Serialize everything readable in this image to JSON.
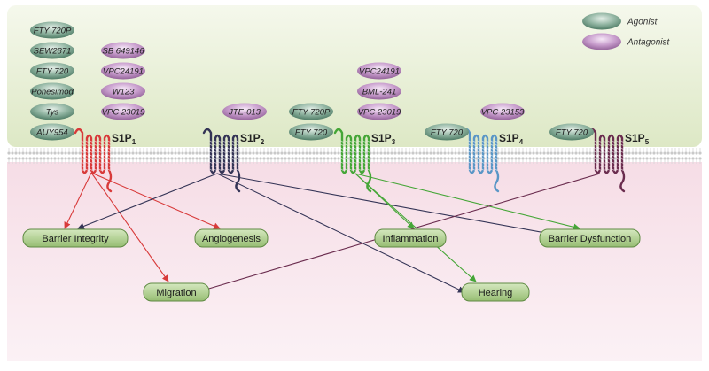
{
  "legend": {
    "agonist": "Agonist",
    "antagonist": "Antagonist"
  },
  "colors": {
    "agonist": "#6f9a84",
    "antagonist": "#b486b8",
    "outcome_fill": "#a9c98a",
    "outcome_stroke": "#5f8a43",
    "s1p1": "#d83a3a",
    "s1p2": "#343456",
    "s1p3": "#45a637",
    "s1p4": "#5a96c6",
    "s1p5": "#6a2c4e"
  },
  "receptors": [
    {
      "id": "s1p1",
      "base": "S1P",
      "sub": "1",
      "color": "#d83a3a"
    },
    {
      "id": "s1p2",
      "base": "S1P",
      "sub": "2",
      "color": "#343456"
    },
    {
      "id": "s1p3",
      "base": "S1P",
      "sub": "3",
      "color": "#45a637"
    },
    {
      "id": "s1p4",
      "base": "S1P",
      "sub": "4",
      "color": "#5a96c6"
    },
    {
      "id": "s1p5",
      "base": "S1P",
      "sub": "5",
      "color": "#6a2c4e"
    }
  ],
  "ligands": [
    {
      "label": "FTY 720P",
      "kind": "agonist",
      "receptor": "s1p1"
    },
    {
      "label": "SEW2871",
      "kind": "agonist",
      "receptor": "s1p1"
    },
    {
      "label": "FTY 720",
      "kind": "agonist",
      "receptor": "s1p1"
    },
    {
      "label": "Ponesimod",
      "kind": "agonist",
      "receptor": "s1p1"
    },
    {
      "label": "Tys",
      "kind": "agonist",
      "receptor": "s1p1"
    },
    {
      "label": "AUY954",
      "kind": "agonist",
      "receptor": "s1p1"
    },
    {
      "label": "SB 649146",
      "kind": "antagonist",
      "receptor": "s1p1"
    },
    {
      "label": "VPC24191",
      "kind": "antagonist",
      "receptor": "s1p1"
    },
    {
      "label": "W123",
      "kind": "antagonist",
      "receptor": "s1p1"
    },
    {
      "label": "VPC 23019",
      "kind": "antagonist",
      "receptor": "s1p1"
    },
    {
      "label": "JTE-013",
      "kind": "antagonist",
      "receptor": "s1p2"
    },
    {
      "label": "FTY 720P",
      "kind": "agonist",
      "receptor": "s1p3"
    },
    {
      "label": "FTY 720",
      "kind": "agonist",
      "receptor": "s1p3"
    },
    {
      "label": "VPC24191",
      "kind": "antagonist",
      "receptor": "s1p3"
    },
    {
      "label": "BML-241",
      "kind": "antagonist",
      "receptor": "s1p3"
    },
    {
      "label": "VPC 23019",
      "kind": "antagonist",
      "receptor": "s1p3"
    },
    {
      "label": "FTY 720",
      "kind": "agonist",
      "receptor": "s1p4"
    },
    {
      "label": "VPC 23153",
      "kind": "antagonist",
      "receptor": "s1p4"
    },
    {
      "label": "FTY 720",
      "kind": "agonist",
      "receptor": "s1p5"
    }
  ],
  "outcomes": [
    {
      "id": "barrier-integrity",
      "label": "Barrier Integrity"
    },
    {
      "id": "angiogenesis",
      "label": "Angiogenesis"
    },
    {
      "id": "inflammation",
      "label": "Inflammation"
    },
    {
      "id": "barrier-dysfunction",
      "label": "Barrier Dysfunction"
    },
    {
      "id": "migration",
      "label": "Migration"
    },
    {
      "id": "hearing",
      "label": "Hearing"
    }
  ],
  "links": [
    {
      "from": "s1p1",
      "to": "barrier-integrity"
    },
    {
      "from": "s1p1",
      "to": "angiogenesis"
    },
    {
      "from": "s1p1",
      "to": "migration"
    },
    {
      "from": "s1p2",
      "to": "barrier-integrity"
    },
    {
      "from": "s1p2",
      "to": "barrier-dysfunction"
    },
    {
      "from": "s1p2",
      "to": "hearing"
    },
    {
      "from": "s1p3",
      "to": "inflammation"
    },
    {
      "from": "s1p3",
      "to": "barrier-dysfunction"
    },
    {
      "from": "s1p3",
      "to": "hearing"
    },
    {
      "from": "s1p5",
      "to": "migration"
    }
  ]
}
